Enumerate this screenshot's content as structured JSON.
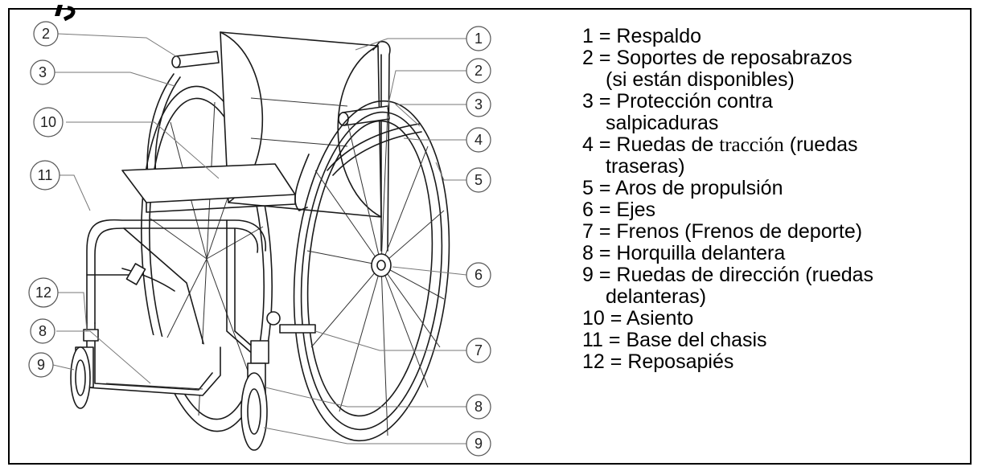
{
  "callouts": [
    "1",
    "2",
    "2",
    "3",
    "3",
    "4",
    "5",
    "6",
    "7",
    "8",
    "8",
    "9",
    "9",
    "10",
    "11",
    "12"
  ],
  "legend": [
    {
      "key": "1 = ",
      "text": "Respaldo",
      "cont": ""
    },
    {
      "key": "2 = ",
      "text": "Soportes de reposabrazos",
      "cont": "(si están disponibles)"
    },
    {
      "key": "3 = ",
      "text": "Protección contra",
      "cont": "salpicaduras"
    },
    {
      "key": "4 = ",
      "text": "Ruedas de ",
      "serif": "tracción",
      "after": " (ruedas",
      "cont": "traseras)"
    },
    {
      "key": "5 = ",
      "text": "Aros de propulsión",
      "cont": ""
    },
    {
      "key": "6 = ",
      "text": "Ejes",
      "cont": ""
    },
    {
      "key": "7 = ",
      "text": "Frenos (Frenos de deporte)",
      "cont": ""
    },
    {
      "key": "8 = ",
      "text": "Horquilla delantera",
      "cont": ""
    },
    {
      "key": "9 = ",
      "text": "Ruedas de dirección (ruedas",
      "cont": "delanteras)"
    },
    {
      "key": "10 = ",
      "text": "Asiento",
      "cont": ""
    },
    {
      "key": "11 = ",
      "text": "Base del chasis",
      "cont": ""
    },
    {
      "key": "12 = ",
      "text": "Reposapiés",
      "cont": ""
    }
  ],
  "colors": {
    "border": "#000000",
    "line_art": "#1a1a1a",
    "callout_stroke": "#555555"
  }
}
